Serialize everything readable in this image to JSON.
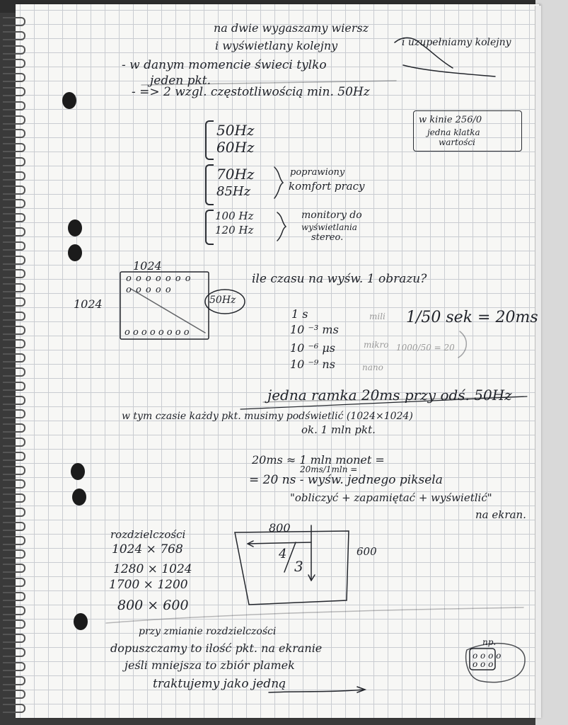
{
  "page": {
    "top": {
      "line1": "na dwie wygaszamy wiersz",
      "line2": "i wyświetlany kolejny",
      "insert": "i uzupełniamy kolejny",
      "line3": "- w danym momencie świeci tylko",
      "line4": "jeden pkt.",
      "line5": "- => 2 wzgl. częstotliwością min. 50Hz"
    },
    "note_box": [
      "w kinie 256/0",
      "jedna klatka",
      "wartości"
    ],
    "frequencies": {
      "group1": [
        "50Hz",
        "60Hz"
      ],
      "group2": [
        "70Hz",
        "85Hz"
      ],
      "group2_note": [
        "poprawiony",
        "komfort pracy"
      ],
      "group3": [
        "100 Hz",
        "120 Hz"
      ],
      "group3_note": [
        "monitory do",
        "wyświetlania",
        "stereo."
      ]
    },
    "screen_diagram": {
      "top_label": "1024",
      "side_label": "1024",
      "freq_label": "50Hz",
      "row1": "o o o o o o o",
      "row2": "o o o o o",
      "row3": "o o o o o o o o"
    },
    "question": "ile czasu na wyśw. 1 obrazu?",
    "time_units": {
      "t1": "1 s",
      "t2": "10 ⁻³ ms",
      "t3": "10 ⁻⁶ μs",
      "t4": "10 ⁻⁹ ns",
      "mili": "mili",
      "mikro": "mikro",
      "nano": "nano",
      "fraction": "1/50 sek = 20ms",
      "calc": "1000/50 = 20"
    },
    "frame": {
      "headline": "jedna ramka 20ms przy odś. 50Hz",
      "body": "w tym czasie każdy pkt. musimy podświetlić (1024×1024)",
      "approx": "ok. 1 mln pkt.",
      "eq1": "20ms ≈ 1 mln monet =",
      "eq1_small": "20ms/1mln =",
      "eq2": "= 20 ns - wyśw. jednego piksela",
      "eq3": "\"obliczyć + zapamiętać + wyświetlić\"",
      "eq4": "na ekran."
    },
    "resolutions": {
      "title": "rozdzielczości",
      "items": [
        "1024 × 768",
        "1280 × 1024",
        "1700 × 1200",
        "800 × 600"
      ]
    },
    "monitor": {
      "width": "800",
      "height": "600",
      "ratio_num": "4",
      "ratio_den": "3"
    },
    "bottom": {
      "line1": "przy zmianie rozdzielczości",
      "line2": "dopuszczamy to ilość pkt. na ekranie",
      "line3": "jeśli mniejsza to zbiór plamek",
      "line4": "traktujemy jako jedną",
      "mini_box": "o o o o\no o o",
      "mini_label": "np."
    }
  }
}
